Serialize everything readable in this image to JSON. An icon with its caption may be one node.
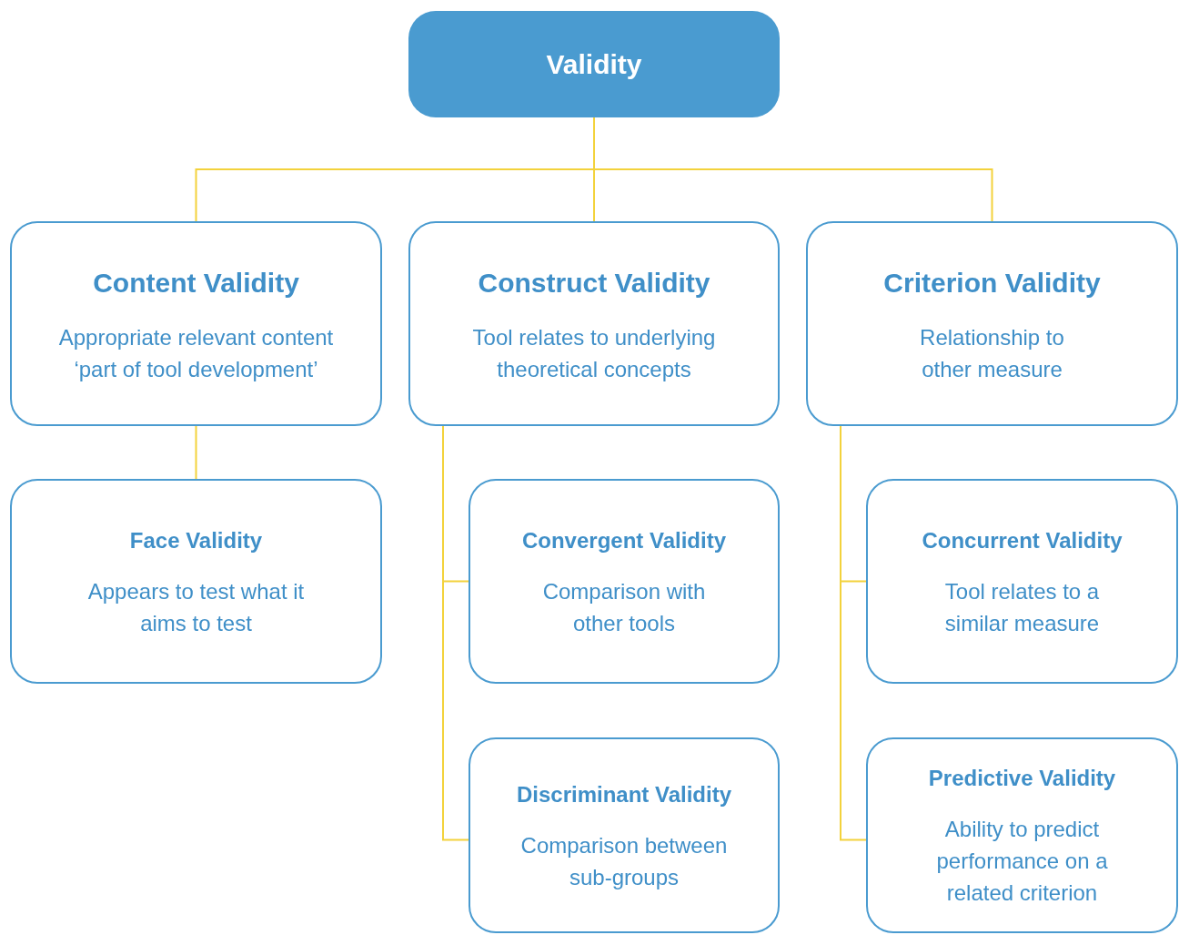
{
  "diagram": {
    "nodes": [
      {
        "text": [
          "Validity"
        ]
      },
      {
        "text": [
          "Content Validity",
          "Appropriate relevant content ‘part of tool development’"
        ]
      },
      {
        "text": [
          "Construct Validity",
          "Tool relates to underlying theoretical concepts"
        ]
      },
      {
        "text": [
          "Criterion Validity",
          "Relationship to other measure"
        ]
      },
      {
        "text": [
          "Face Validity",
          "Appears to test what it aims to test"
        ]
      },
      {
        "text": [
          "Convergent Validity",
          "Comparison with other tools"
        ]
      },
      {
        "text": [
          "Discriminant Validity",
          "Comparison between sub-groups"
        ]
      },
      {
        "text": [
          "Concurrent Validity",
          "Tool relates to a similar measure"
        ]
      },
      {
        "text": [
          "Predictive Validity",
          "Ability to predict performance on a related criterion"
        ]
      }
    ],
    "edges": [
      {
        "from": 0,
        "to": 1,
        "arrow": "none"
      },
      {
        "from": 0,
        "to": 2,
        "arrow": "none"
      },
      {
        "from": 0,
        "to": 3,
        "arrow": "none"
      },
      {
        "from": 1,
        "to": 4,
        "arrow": "none"
      },
      {
        "from": 2,
        "to": 5,
        "arrow": "none"
      },
      {
        "from": 2,
        "to": 6,
        "arrow": "none"
      },
      {
        "from": 3,
        "to": 7,
        "arrow": "none"
      },
      {
        "from": 3,
        "to": 8,
        "arrow": "none"
      }
    ]
  }
}
